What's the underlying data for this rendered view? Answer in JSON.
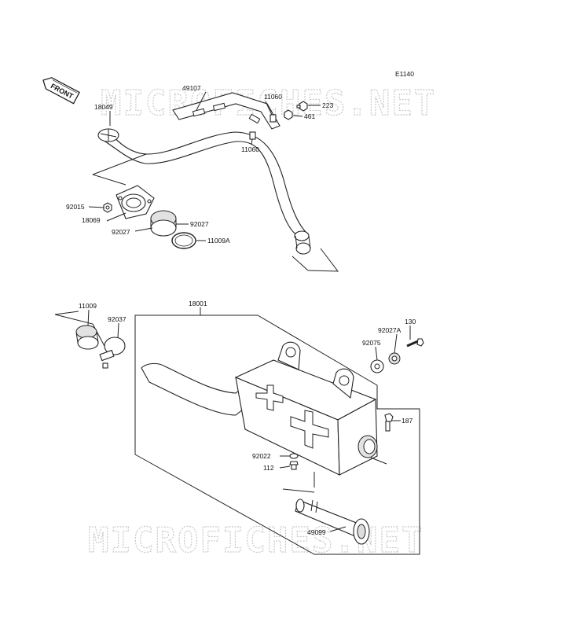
{
  "diagram_code": "E1140",
  "front_label": "FRONT",
  "watermarks": [
    "MICROFICHES.NET",
    "MICROFICHES.NET"
  ],
  "parts": {
    "p18049": "18049",
    "p49107": "49107",
    "p11060a": "11060",
    "p11060b": "11060",
    "p223": "223",
    "p461": "461",
    "p92015": "92015",
    "p18069": "18069",
    "p92027a": "92027",
    "p92027b": "92027",
    "p11009A": "11009A",
    "p18001": "18001",
    "p11009": "11009",
    "p92037": "92037",
    "p130": "130",
    "p92027A": "92027A",
    "p92075": "92075",
    "p187": "187",
    "p92022": "92022",
    "p112": "112",
    "p49099": "49099"
  }
}
